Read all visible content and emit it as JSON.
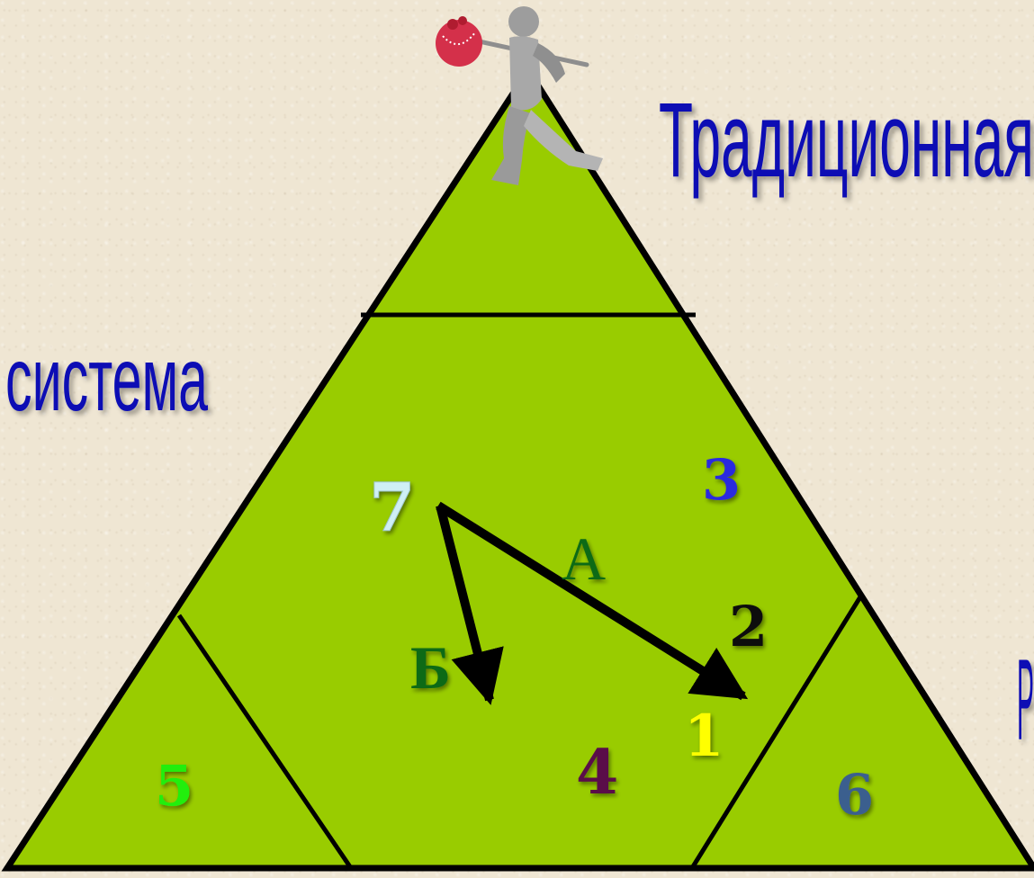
{
  "labels": {
    "top_right": "Традиционная",
    "left": "система",
    "right_partial": "Р"
  },
  "numbers": {
    "n1": "1",
    "n2": "2",
    "n3": "3",
    "n4": "4",
    "n5": "5",
    "n6": "6",
    "n7": "7"
  },
  "arrow_labels": {
    "a": "А",
    "b": "Б"
  },
  "colors": {
    "background": "#efe6d3",
    "triangle_fill": "#99cc00",
    "outline": "#000000",
    "label_text": "#0a10b4",
    "n1": "#ffff00",
    "n2": "#111111",
    "n3": "#2c2ce0",
    "n4": "#5a0c48",
    "n5": "#22ee11",
    "n6": "#3b5f8e",
    "n7": "#cfeff5",
    "arrow_labels": "#0c6b16"
  },
  "icons": {
    "traveler": "walking-traveler-with-bundle-icon"
  }
}
